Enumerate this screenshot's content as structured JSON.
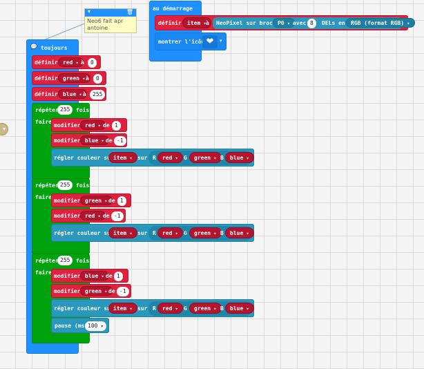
{
  "comment": {
    "text": "Neo6 fait apr antoine"
  },
  "start_block": {
    "title": "au démarrage",
    "row1": {
      "verb": "définir",
      "var": "item",
      "to": "à",
      "func": "NeoPixel sur broche",
      "pin": "P0",
      "with": "avec",
      "count": "8",
      "leds": "DELs en",
      "mode": "RGB (format RGB)"
    },
    "row2": {
      "verb": "montrer l'icône"
    }
  },
  "forever": {
    "title": "toujours",
    "sets": [
      {
        "verb": "définir",
        "var": "red",
        "to": "à",
        "value": "0"
      },
      {
        "verb": "définir",
        "var": "green",
        "to": "à",
        "value": "0"
      },
      {
        "verb": "définir",
        "var": "blue",
        "to": "à",
        "value": "255"
      }
    ],
    "loops": [
      {
        "repeat": "répéter",
        "count": "255",
        "times": "fois",
        "do": "faire",
        "mods": [
          {
            "verb": "modifier",
            "var": "red",
            "by": "de",
            "value": "1"
          },
          {
            "verb": "modifier",
            "var": "blue",
            "by": "de",
            "value": "-1"
          }
        ],
        "color": {
          "verb": "régler couleur sur",
          "strip": "item",
          "on": "sur",
          "r": "R",
          "rv": "red",
          "g": "G",
          "gv": "green",
          "b": "B",
          "bv": "blue"
        }
      },
      {
        "repeat": "répéter",
        "count": "255",
        "times": "fois",
        "do": "faire",
        "mods": [
          {
            "verb": "modifier",
            "var": "green",
            "by": "de",
            "value": "1"
          },
          {
            "verb": "modifier",
            "var": "red",
            "by": "de",
            "value": "-1"
          }
        ],
        "color": {
          "verb": "régler couleur sur",
          "strip": "item",
          "on": "sur",
          "r": "R",
          "rv": "red",
          "g": "G",
          "gv": "green",
          "b": "B",
          "bv": "blue"
        }
      },
      {
        "repeat": "répéter",
        "count": "255",
        "times": "fois",
        "do": "faire",
        "mods": [
          {
            "verb": "modifier",
            "var": "blue",
            "by": "de",
            "value": "1"
          },
          {
            "verb": "modifier",
            "var": "green",
            "by": "de",
            "value": "-1"
          }
        ],
        "color": {
          "verb": "régler couleur sur",
          "strip": "item",
          "on": "sur",
          "r": "R",
          "rv": "red",
          "g": "G",
          "gv": "green",
          "b": "B",
          "bv": "blue"
        },
        "pause": {
          "verb": "pause (ms)",
          "value": "100"
        }
      }
    ]
  },
  "colors": {
    "blue": "#1e90ff",
    "green": "#00a30e",
    "red": "#dd1f3c",
    "cyan": "#2a97bd"
  }
}
